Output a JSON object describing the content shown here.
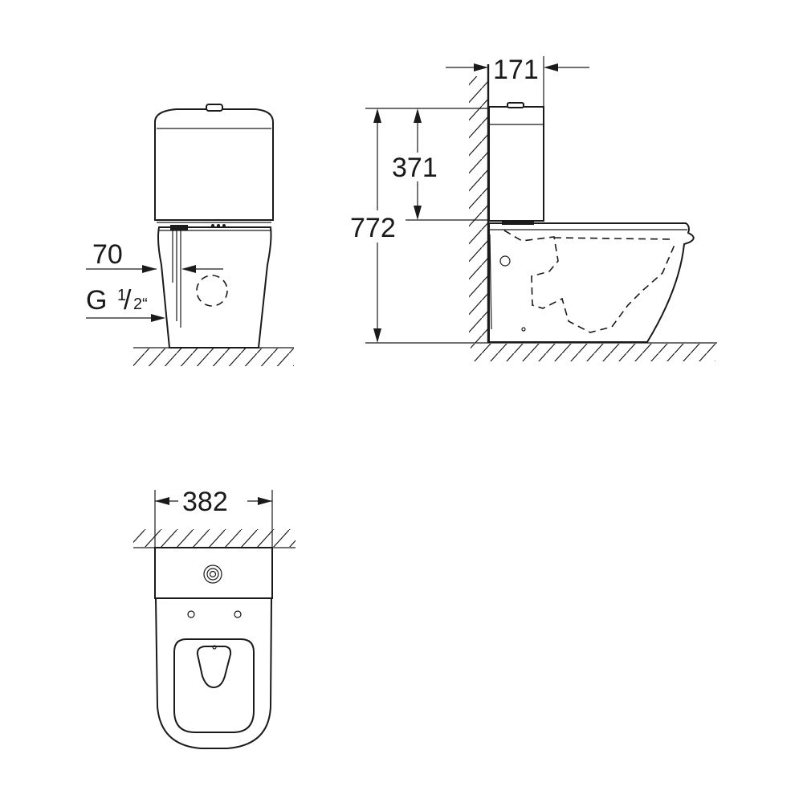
{
  "dimensions": {
    "tank_depth": "171",
    "tank_height": "371",
    "total_height": "772",
    "inlet_offset": "70",
    "thread_main": "G",
    "thread_num": "1",
    "thread_den": "2“",
    "width": "382"
  }
}
